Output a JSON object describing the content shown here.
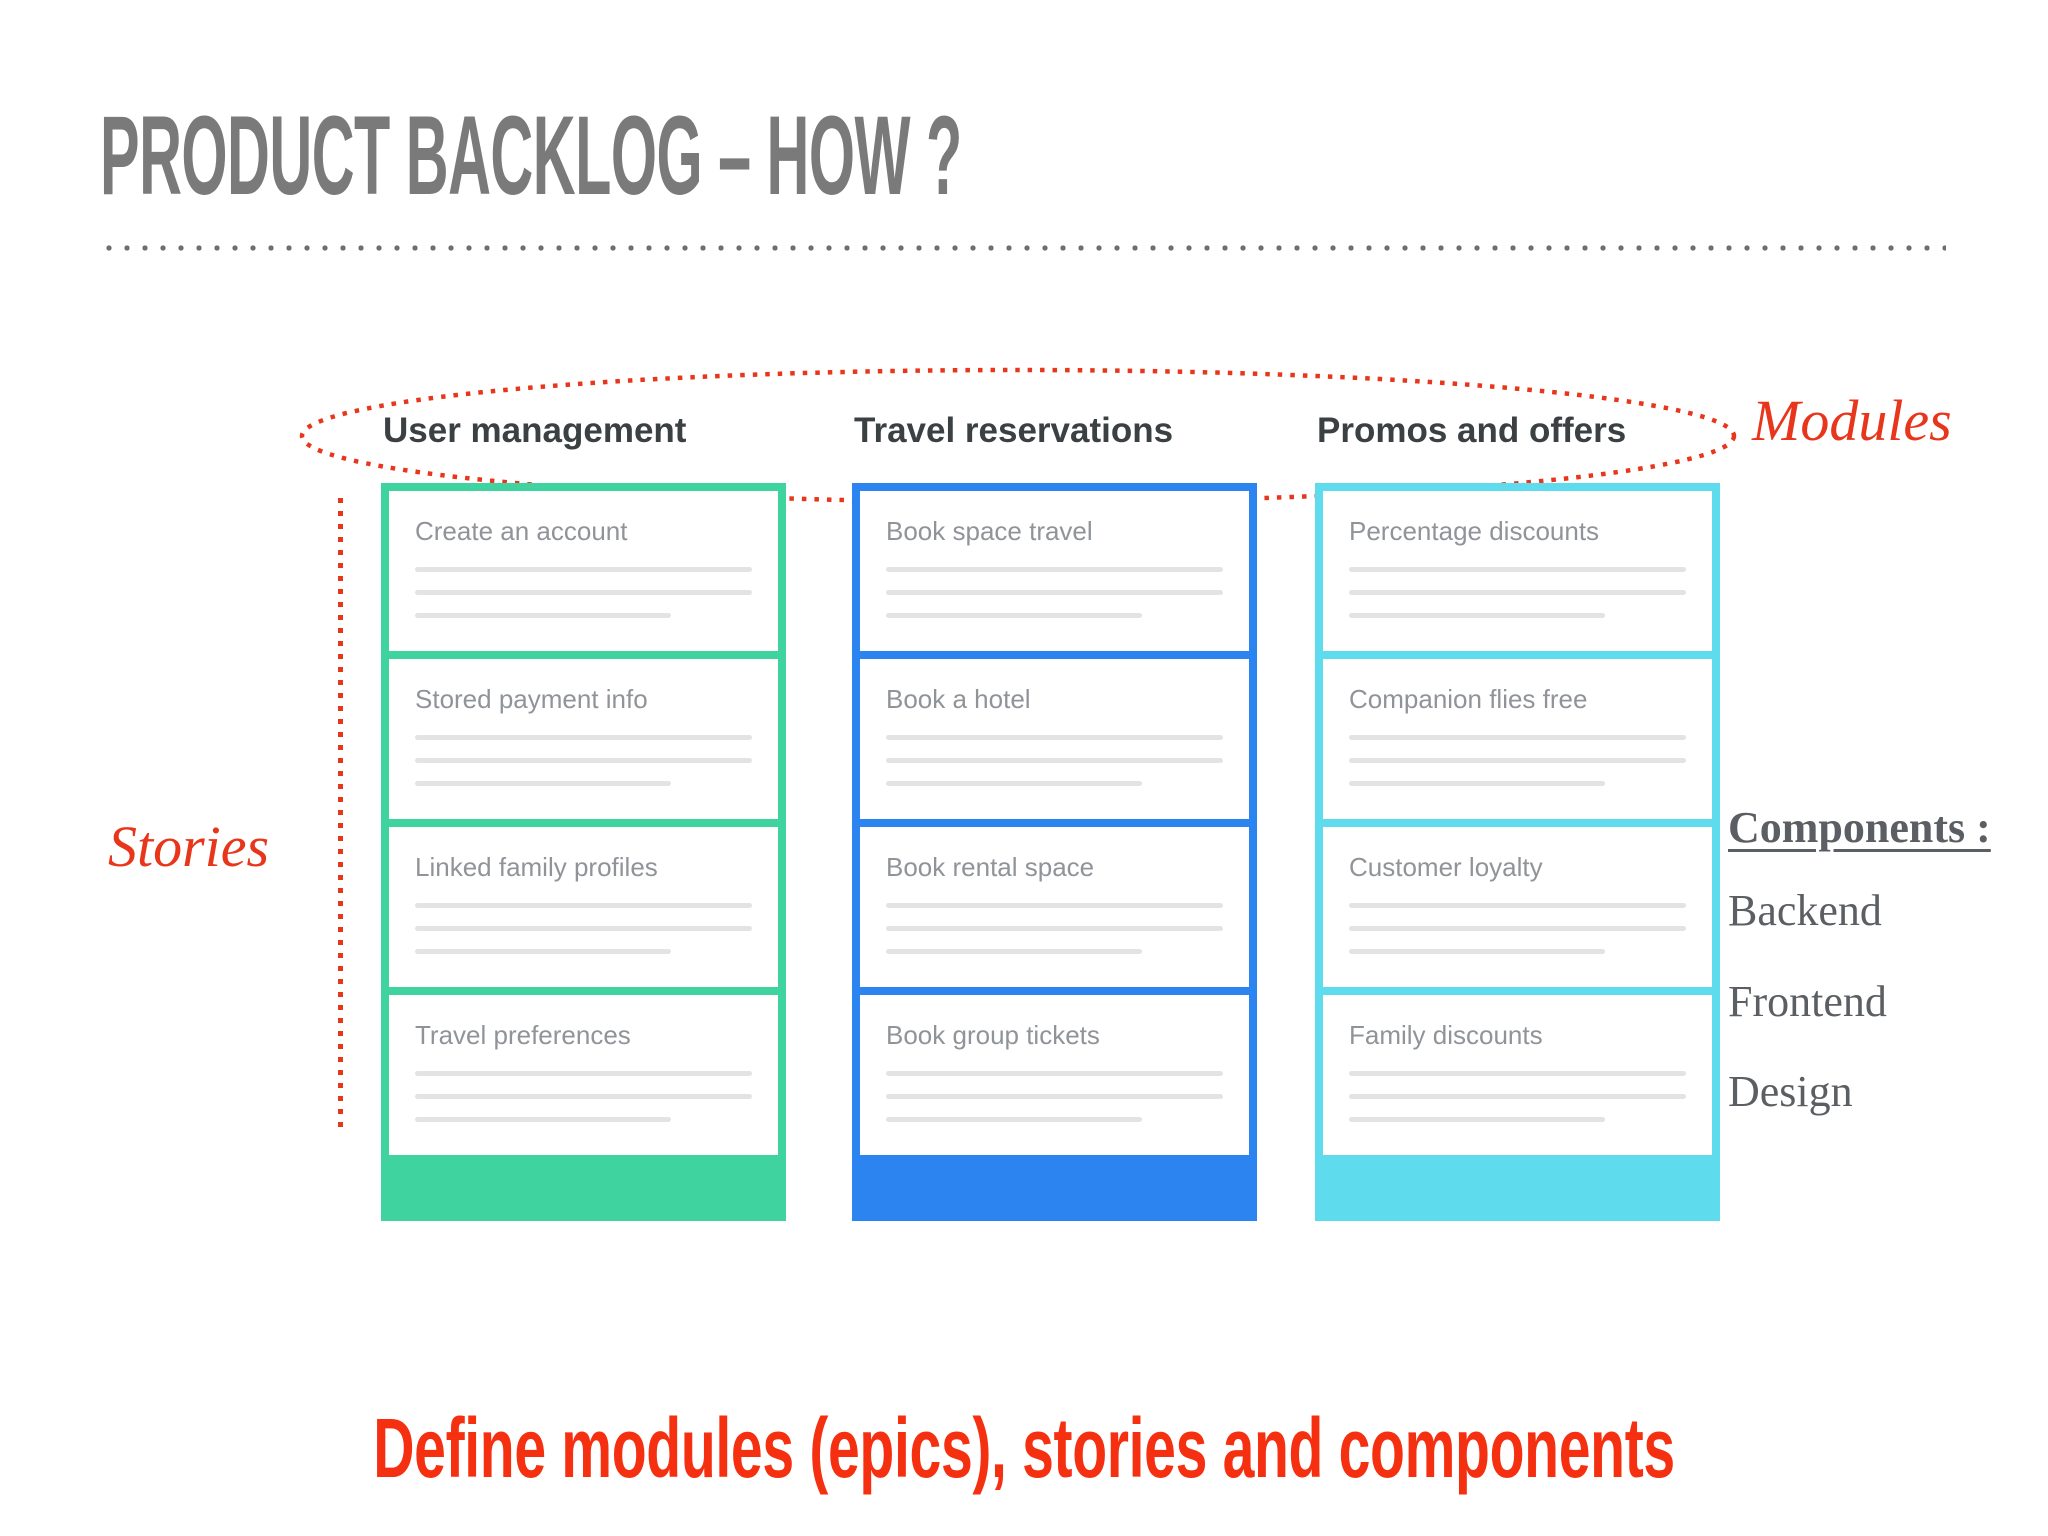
{
  "title": "PRODUCT BACKLOG – HOW ?",
  "annotations": {
    "modules_label": "Modules",
    "stories_label": "Stories"
  },
  "board": {
    "columns": [
      {
        "header": "User management",
        "color": "#3fd3a0",
        "cards": [
          "Create an account",
          "Stored payment info",
          "Linked family profiles",
          "Travel preferences"
        ]
      },
      {
        "header": "Travel reservations",
        "color": "#2c84f0",
        "cards": [
          "Book space travel",
          "Book a hotel",
          "Book rental space",
          "Book group tickets"
        ]
      },
      {
        "header": "Promos and offers",
        "color": "#5edbec",
        "cards": [
          "Percentage discounts",
          "Companion flies free",
          "Customer loyalty",
          "Family discounts"
        ]
      }
    ]
  },
  "components_panel": {
    "heading": "Components :",
    "items": [
      "Backend",
      "Frontend",
      "Design"
    ]
  },
  "caption": "Define modules (epics), stories and components",
  "colors": {
    "accent_red": "#e8361c",
    "accent_bright_red": "#f53011",
    "title_gray": "#7a7a7a",
    "separator_gray": "#6f6f6f",
    "header_text": "#3b4043",
    "card_text": "#909499",
    "placeholder_line": "#e3e3e3",
    "serif_text": "#5b5f63",
    "column_green": "#3fd3a0",
    "column_blue": "#2c84f0",
    "column_cyan": "#5edbec"
  }
}
